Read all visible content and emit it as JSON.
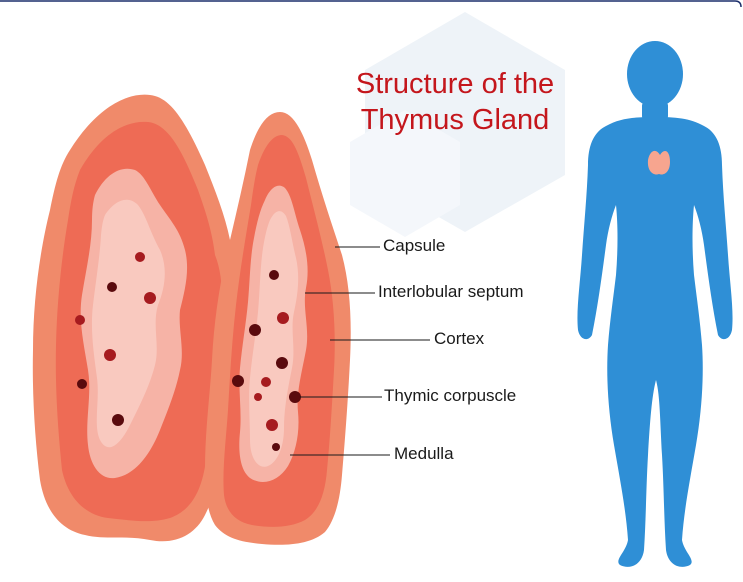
{
  "title": {
    "line1": "Structure of the",
    "line2": "Thymus Gland"
  },
  "labels": {
    "capsule": "Capsule",
    "septum": "Interlobular septum",
    "cortex": "Cortex",
    "corpuscle": "Thymic corpuscle",
    "medulla": "Medulla"
  },
  "colors": {
    "title": "#c4161c",
    "body_silhouette": "#2f8fd6",
    "gland_outer": "#f08a6a",
    "gland_cortex": "#ee6b55",
    "gland_medulla": "#f6b3a6",
    "corpuscle": "#8a0f14",
    "background_hex": "#eef3f8"
  },
  "icons": [
    "human-body-silhouette",
    "thymus-gland-icon",
    "hexagon-background"
  ]
}
